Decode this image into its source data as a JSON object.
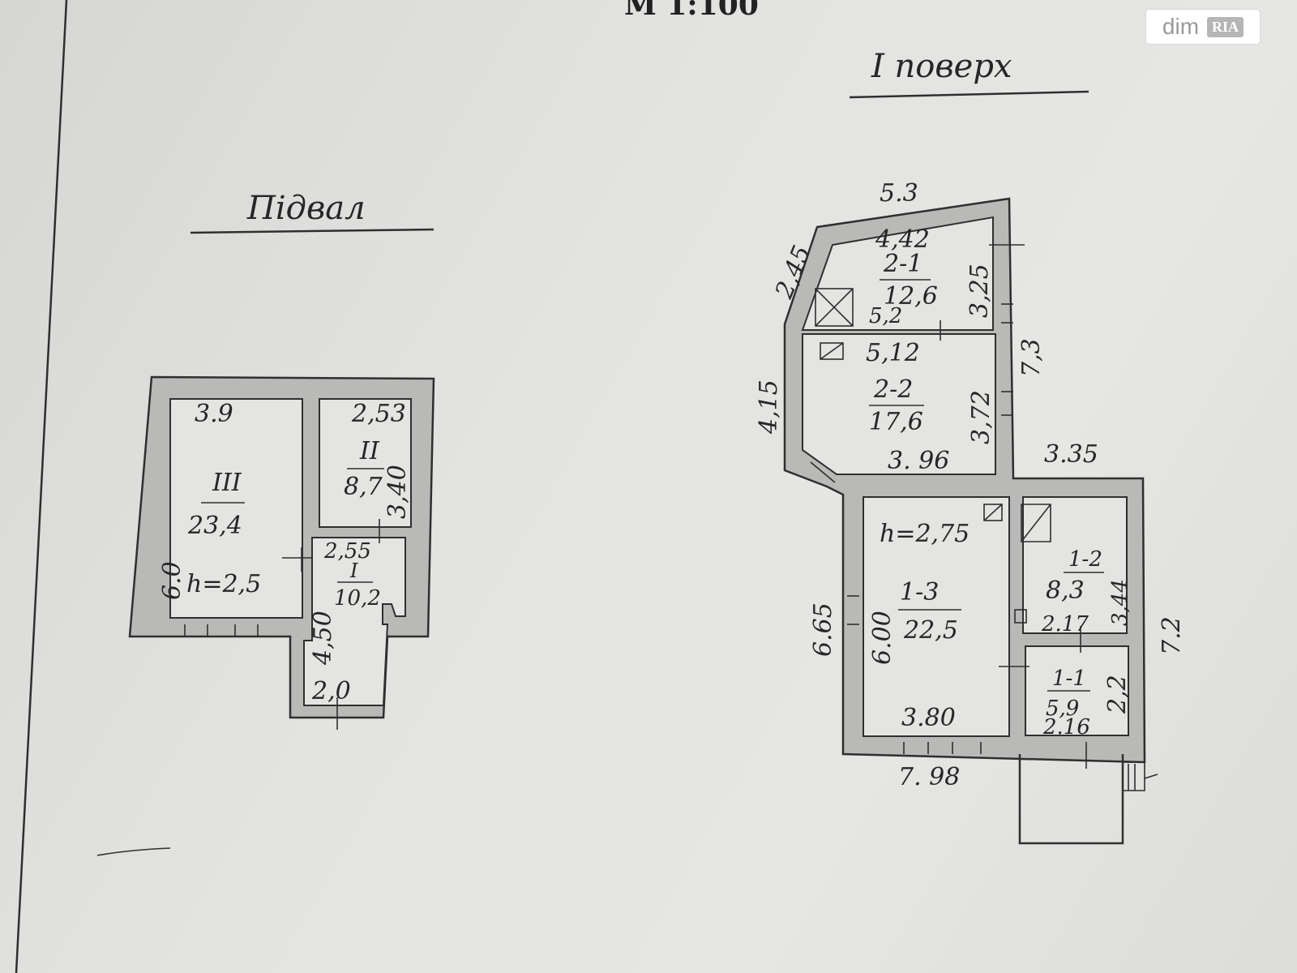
{
  "scale": "М 1:100",
  "watermark": {
    "brand": "dim",
    "badge": "RIA"
  },
  "basement": {
    "title": "Підвал",
    "rooms": [
      {
        "number": "III",
        "area": "23,4",
        "height": "h=2,5"
      },
      {
        "number": "II",
        "area": "8,7"
      },
      {
        "number": "I",
        "area": "10,2"
      }
    ],
    "dimensions": [
      "3.9",
      "2,53",
      "3,40",
      "2,55",
      "6.0",
      "4,50",
      "2,0"
    ]
  },
  "first_floor": {
    "title": "I поверх",
    "rooms": [
      {
        "number": "2-1",
        "area": "12,6"
      },
      {
        "number": "2-2",
        "area": "17,6"
      },
      {
        "number": "1-3",
        "area": "22,5",
        "height": "h=2,75"
      },
      {
        "number": "1-2",
        "area": "8,3"
      },
      {
        "number": "1-1",
        "area": "5,9"
      }
    ],
    "dimensions": [
      "5.3",
      "2,45",
      "4,42",
      "3,25",
      "5,2",
      "5,12",
      "7,3",
      "4,15",
      "3,72",
      "3. 96",
      "3.35",
      "6.65",
      "6.00",
      "3.80",
      "3,44",
      "2.17",
      "7.2",
      "2,2",
      "2.16",
      "7. 98"
    ]
  }
}
